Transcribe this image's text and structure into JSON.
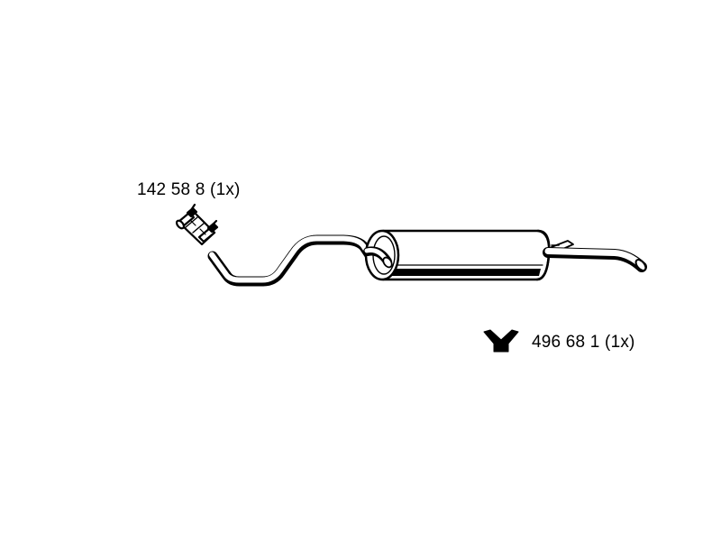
{
  "diagram": {
    "parts": [
      {
        "id": "clamp",
        "part_number": "142 58 8",
        "quantity": "(1x)",
        "icon": "pipe-clamp-icon"
      },
      {
        "id": "hanger",
        "part_number": "496 68 1",
        "quantity": "(1x)",
        "icon": "rubber-hanger-icon"
      },
      {
        "id": "rear-silencer",
        "icon": "rear-silencer-with-pipe"
      }
    ],
    "labels": {
      "clamp": "142 58 8 (1x)",
      "hanger": "496 68 1 (1x)"
    },
    "colors": {
      "line": "#000000",
      "background": "#ffffff"
    }
  }
}
